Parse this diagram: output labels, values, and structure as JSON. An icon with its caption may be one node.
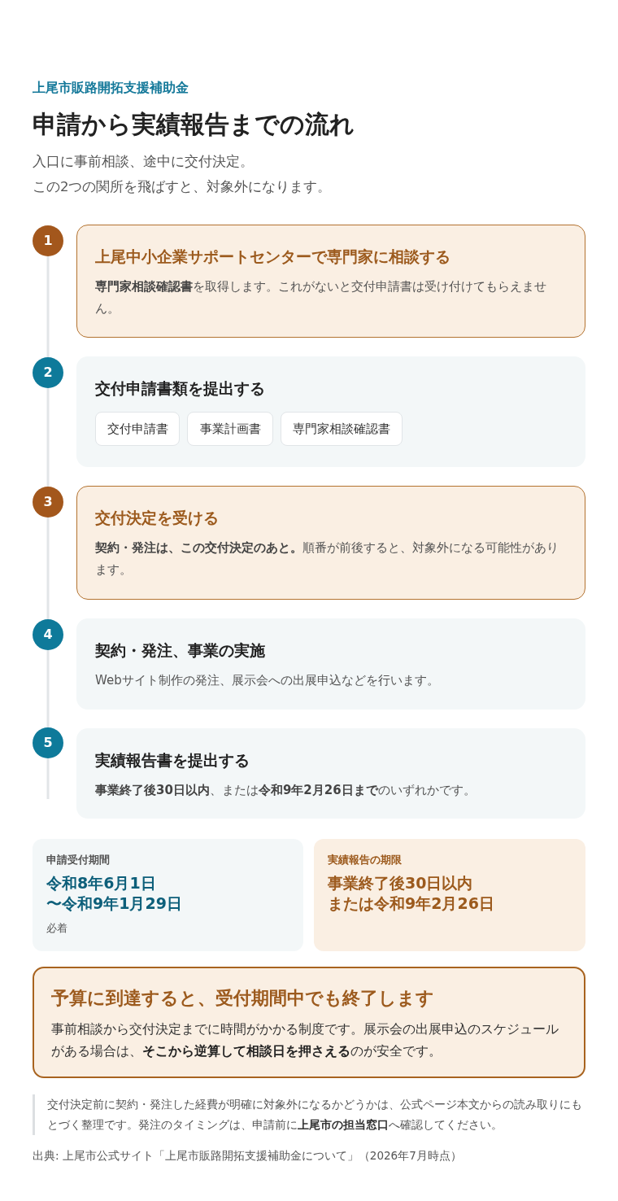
{
  "diagram": {
    "title": "申請から実績報告までの流れ",
    "caption": "出典: 上尾市公式サイト「上尾市販路開拓支援補助金について」（2026年7月時点）",
    "nodes": [
      {
        "text": [
          "1"
        ]
      },
      {
        "text": [
          "上尾中小企業サポートセンターで専門家に相談する",
          "**専門家相談確認書**を取得します。これがないと交付申請書は受け付けてもらえません。"
        ]
      },
      {
        "text": [
          "2"
        ]
      },
      {
        "text": [
          "交付申請書類を提出する"
        ]
      },
      {
        "text": [
          "交付申請書"
        ],
        "in": 3
      },
      {
        "text": [
          "事業計画書"
        ],
        "in": 3
      },
      {
        "text": [
          "専門家相談確認書"
        ],
        "in": 3
      },
      {
        "text": [
          "3"
        ]
      },
      {
        "text": [
          "交付決定を受ける",
          "**契約・発注は、この交付決定のあと。**順番が前後すると、対象外になる可能性があります。"
        ]
      },
      {
        "text": [
          "4"
        ]
      },
      {
        "text": [
          "契約・発注、事業の実施",
          "Webサイト制作の発注、展示会への出展申込などを行います。"
        ]
      },
      {
        "text": [
          "5"
        ]
      },
      {
        "text": [
          "実績報告書を提出する",
          "**事業終了後30日以内**、または**令和9年2月26日まで**のいずれかです。"
        ]
      },
      {
        "text": [
          "申請受付期間",
          "令和8年6月1日",
          "〜令和9年1月29日",
          "必着"
        ]
      },
      {
        "text": [
          "実績報告の期限",
          "事業終了後30日以内",
          "または令和9年2月26日"
        ]
      },
      {
        "text": [
          "予算に到達すると、受付期間中でも終了します",
          "事前相談から交付決定までに時間がかかる制度です。展示会の出展申込のスケジュールがある場合は、**そこから逆算して相談日を押さえる**のが安全です。"
        ]
      }
    ],
    "edges": [
      {
        "from": 0,
        "to": 2,
        "arrow": "none"
      },
      {
        "from": 2,
        "to": 7,
        "arrow": "none"
      },
      {
        "from": 7,
        "to": 9,
        "arrow": "none"
      },
      {
        "from": 9,
        "to": 11,
        "arrow": "none"
      }
    ],
    "labels": [
      "上尾市販路開拓支援補助金",
      "入口に事前相談、途中に交付決定。",
      "この2つの関所を飛ばすと、対象外になります。",
      "交付決定前に契約・発注した経費が明確に対象外になるかどうかは、公式ページ本文からの読み取りにもとづく整理です。発注のタイミングは、申請前に**上尾市の担当窓口**へ確認してください。"
    ]
  }
}
